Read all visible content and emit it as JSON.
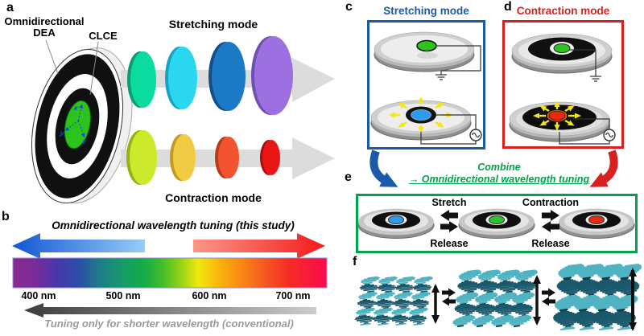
{
  "panel_a": {
    "label": "a",
    "dea_label_line1": "Omnidirectional",
    "dea_label_line2": "DEA",
    "clce_label": "CLCE",
    "axis_x": "x",
    "axis_y": "y",
    "axis_z": "z",
    "stretching_title": "Stretching mode",
    "contraction_title": "Contraction mode"
  },
  "panel_b": {
    "label": "b",
    "title": "Omnidirectional wavelength tuning (this study)",
    "wavelength_ticks": [
      "400 nm",
      "500 nm",
      "600 nm",
      "700 nm"
    ],
    "caption": "Tuning only for shorter wavelength (conventional)"
  },
  "panel_c": {
    "label": "c",
    "title": "Stretching mode"
  },
  "panel_d": {
    "label": "d",
    "title": "Contraction mode"
  },
  "panel_e": {
    "label": "e",
    "combine_line1": "Combine",
    "combine_line2": "→ Omnidirectional wavelength tuning",
    "left_top_label": "Stretch",
    "left_bottom_label": "Release",
    "right_top_label": "Contraction",
    "right_bottom_label": "Release"
  },
  "panel_f": {
    "label": "f"
  },
  "colors": {
    "blue_accent": "#1A5AA8",
    "red_accent": "#D92020",
    "green_accent": "#00A24D",
    "clce_green": "#2CC41C",
    "stretch_discs": [
      "#0ADB9E",
      "#2BD7F0",
      "#1B79C6",
      "#9C70E0"
    ],
    "contract_discs": [
      "#CDE92B",
      "#F2CB45",
      "#F25430",
      "#EA1616"
    ],
    "combine_disc_centers": [
      "#2D9CEC",
      "#2CC42C",
      "#E92A10"
    ],
    "starburst_yellow": "#F4E60F"
  }
}
